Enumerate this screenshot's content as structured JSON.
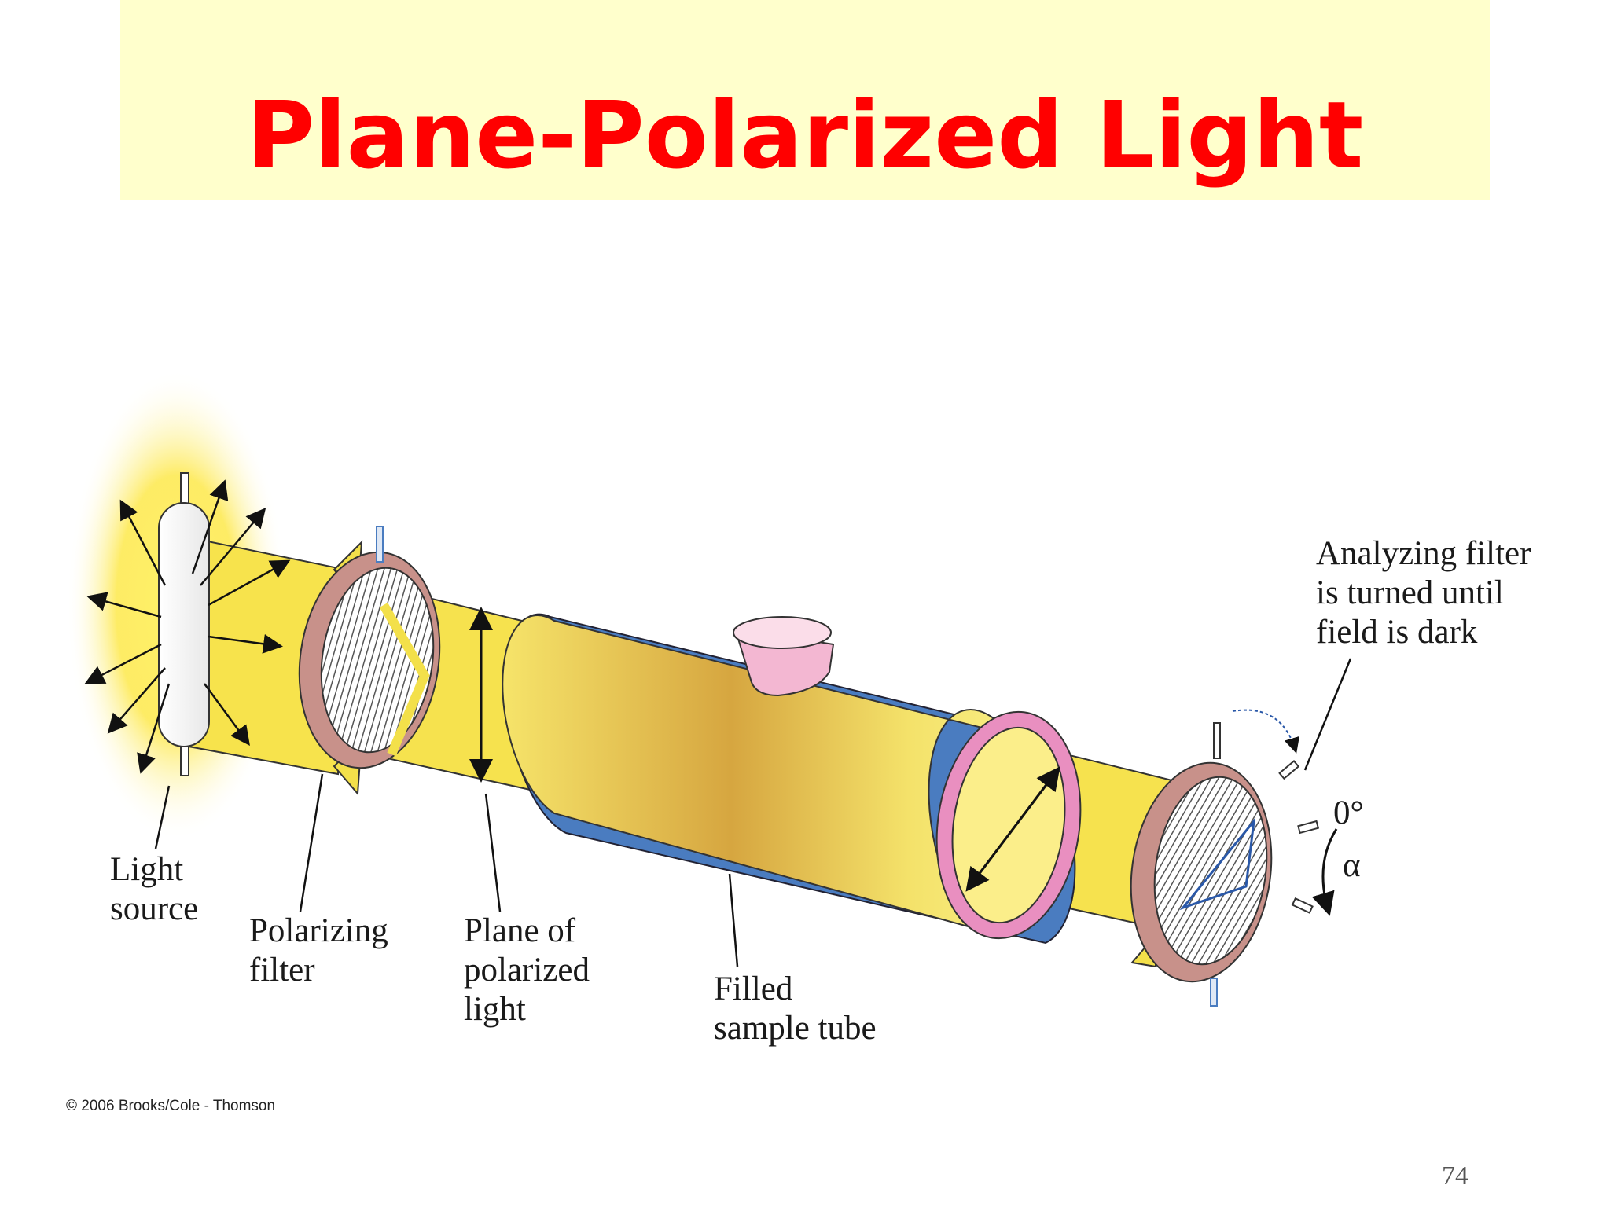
{
  "slide": {
    "title": "Plane-Polarized Light",
    "page_number": "74",
    "copyright": "© 2006 Brooks/Cole - Thomson"
  },
  "labels": {
    "light_source": [
      "Light",
      "source"
    ],
    "polarizing_filter": [
      "Polarizing",
      "filter"
    ],
    "plane_of_polarized_light": [
      "Plane of",
      "polarized",
      "light"
    ],
    "filled_sample_tube": [
      "Filled",
      "sample tube"
    ],
    "analyzing_filter": [
      "Analyzing filter",
      "is turned until",
      "field is dark"
    ],
    "zero_degree": "0°",
    "alpha": "α"
  },
  "colors": {
    "title": "#ff0000",
    "title_band": "#ffffcc",
    "beam": "#f5e04a",
    "tube_shell": "#4a7cc0",
    "ring": "#e98fc0",
    "filter_rim": "#c8918a"
  }
}
